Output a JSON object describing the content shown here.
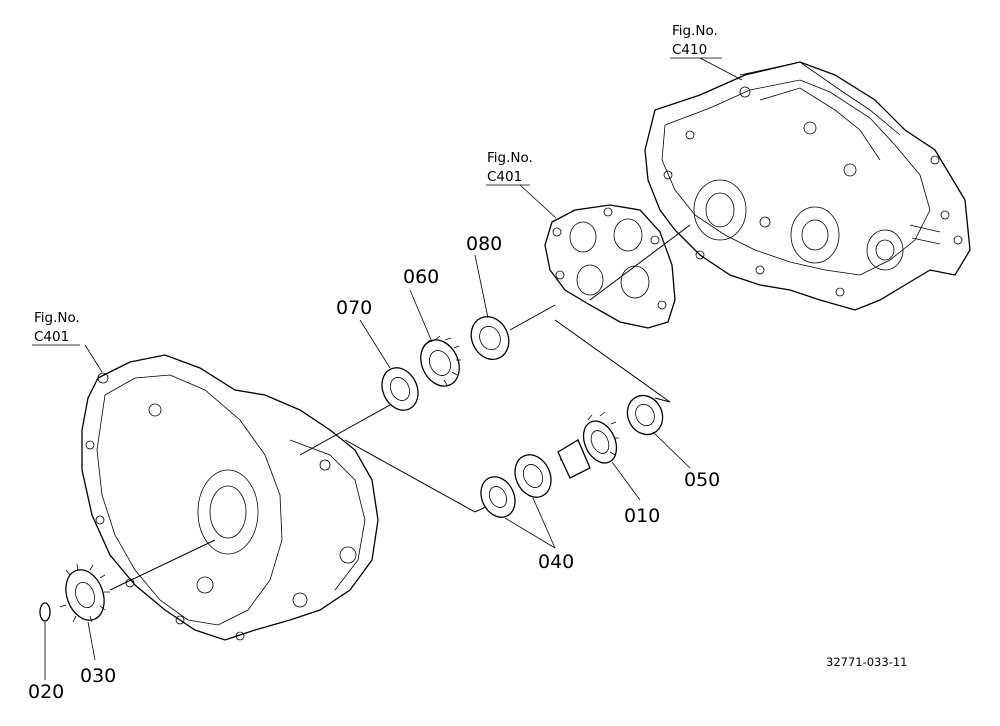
{
  "parts": [
    {
      "id": "p010",
      "number": "010"
    },
    {
      "id": "p020",
      "number": "020"
    },
    {
      "id": "p030",
      "number": "030"
    },
    {
      "id": "p040",
      "number": "040"
    },
    {
      "id": "p050",
      "number": "050"
    },
    {
      "id": "p060",
      "number": "060"
    },
    {
      "id": "p070",
      "number": "070"
    },
    {
      "id": "p080",
      "number": "080"
    }
  ],
  "fig_refs": [
    {
      "id": "ref-c410",
      "heading": "Fig.No.",
      "code": "C410"
    },
    {
      "id": "ref-c401-mid",
      "heading": "Fig.No.",
      "code": "C401"
    },
    {
      "id": "ref-c401-left",
      "heading": "Fig.No.",
      "code": "C401"
    }
  ],
  "drawing_code": "32771-033-11"
}
